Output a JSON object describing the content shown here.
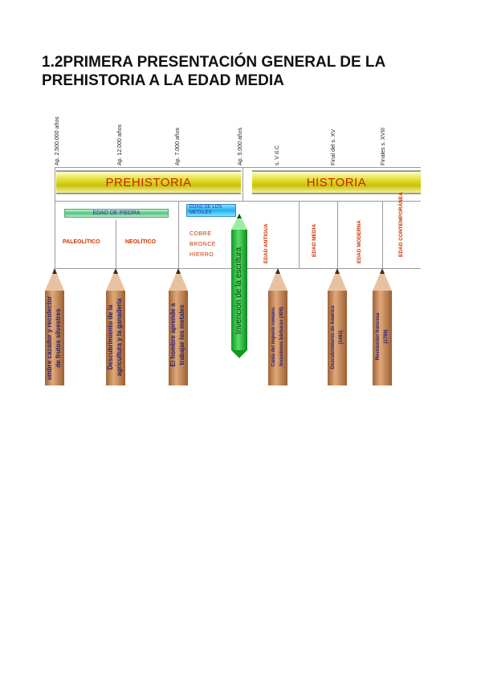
{
  "title": {
    "line1": "1.2PRIMERA PRESENTACIÓN GENERAL DE LA",
    "line2": "PREHISTORIA A LA EDAD MEDIA"
  },
  "timeline_labels": [
    "Ap. 2.500.000 años",
    "Ap. 12.000 años",
    "Ap. 7.000 años",
    "Ap. 5.000 años",
    "s. V d.C",
    "Final del s. XV",
    "Finales s. XVIII"
  ],
  "bands": {
    "prehistoria": "PREHISTORIA",
    "historia": "HISTORIA"
  },
  "subbands": {
    "piedra": "EDAD DE PIEDRA",
    "metales": "EDAD DE LOS METALES"
  },
  "periods": {
    "paleolitico": "PALEOLÍTICO",
    "neolitico": "NEOLÍTICO",
    "metales_list": [
      "COBRE",
      "BRONCE",
      "HIERRO"
    ],
    "antigua": "EDAD ANTIGUA",
    "media": "EDAD MEDIA",
    "moderna": "EDAD MODERNA",
    "contemporanea": "EDAD CONTEMPORÁNEA"
  },
  "pencils": [
    {
      "l1": "ombre cazador y recolector",
      "l2": "de frutos silvestres"
    },
    {
      "l1": "Descubrimiento de la",
      "l2": "agricultura y la ganadería"
    },
    {
      "l1": "El hombre aprende a",
      "l2": "trabajar los metales"
    },
    {
      "l1": "Invención de la escritura",
      "l2": ""
    },
    {
      "l1": "Caída del imperio romano.",
      "l2": "Invasiones bárbaras (409)"
    },
    {
      "l1": "Descubrimiento de América",
      "l2": "(1492)"
    },
    {
      "l1": "Revolución francesa",
      "l2": "(1789)"
    }
  ],
  "colors": {
    "title": "#111111",
    "band_text": "#cc2200",
    "pencil_wood": "#c8895a",
    "pencil_tip": "#6b3a1a",
    "green_pencil": "#22aa33",
    "piedra_band": "#5fd08a",
    "metales_band": "#33bbee",
    "pencil_text_brown": "#3a2a8a"
  }
}
